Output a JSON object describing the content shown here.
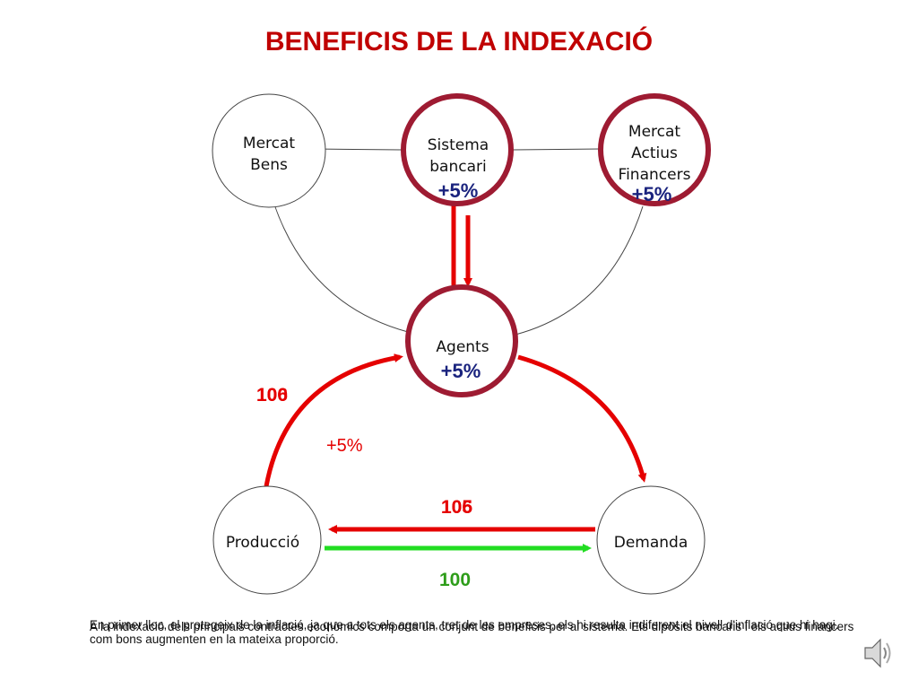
{
  "title": "BENEFICIS DE LA INDEXACIÓ",
  "nodes": {
    "mercat_bens": [
      "Mercat",
      "Bens"
    ],
    "sistema_bancari": [
      "Sistema",
      "bancari"
    ],
    "sistema_bancari_pct": "+5%",
    "mercat_actius": [
      "Mercat",
      "Actius",
      "Financers"
    ],
    "mercat_actius_pct": "+5%",
    "agents": "Agents",
    "agents_pct": "+5%",
    "produccio": "Producció",
    "demanda": "Demanda"
  },
  "flows": {
    "left_label_a": "106",
    "left_label_b": "100",
    "left_pct": "+5%",
    "middle_label_a": "106",
    "middle_label_b": "105",
    "bottom_value": "100"
  },
  "captions": [
    "En primer lloc, el protegeix de la inflació, ja que a tots els agents, tret de les empreses, els hi resulta indiferent el nivell d'inflació que hi hagi.",
    "A la indexació dels principals contractes econòmics comporta un conjunt de beneficis per al sistema. Els dipòsits bancaris i els actius financers com bons augmenten en la mateixa proporció."
  ],
  "colors": {
    "title": "#c00000",
    "node_ring_highlight": "#9e1b32",
    "arrow_red": "#e50000",
    "arrow_green": "#22dd22",
    "pct_blue": "#1a237e"
  },
  "icons": {
    "speaker": "speaker-icon"
  }
}
